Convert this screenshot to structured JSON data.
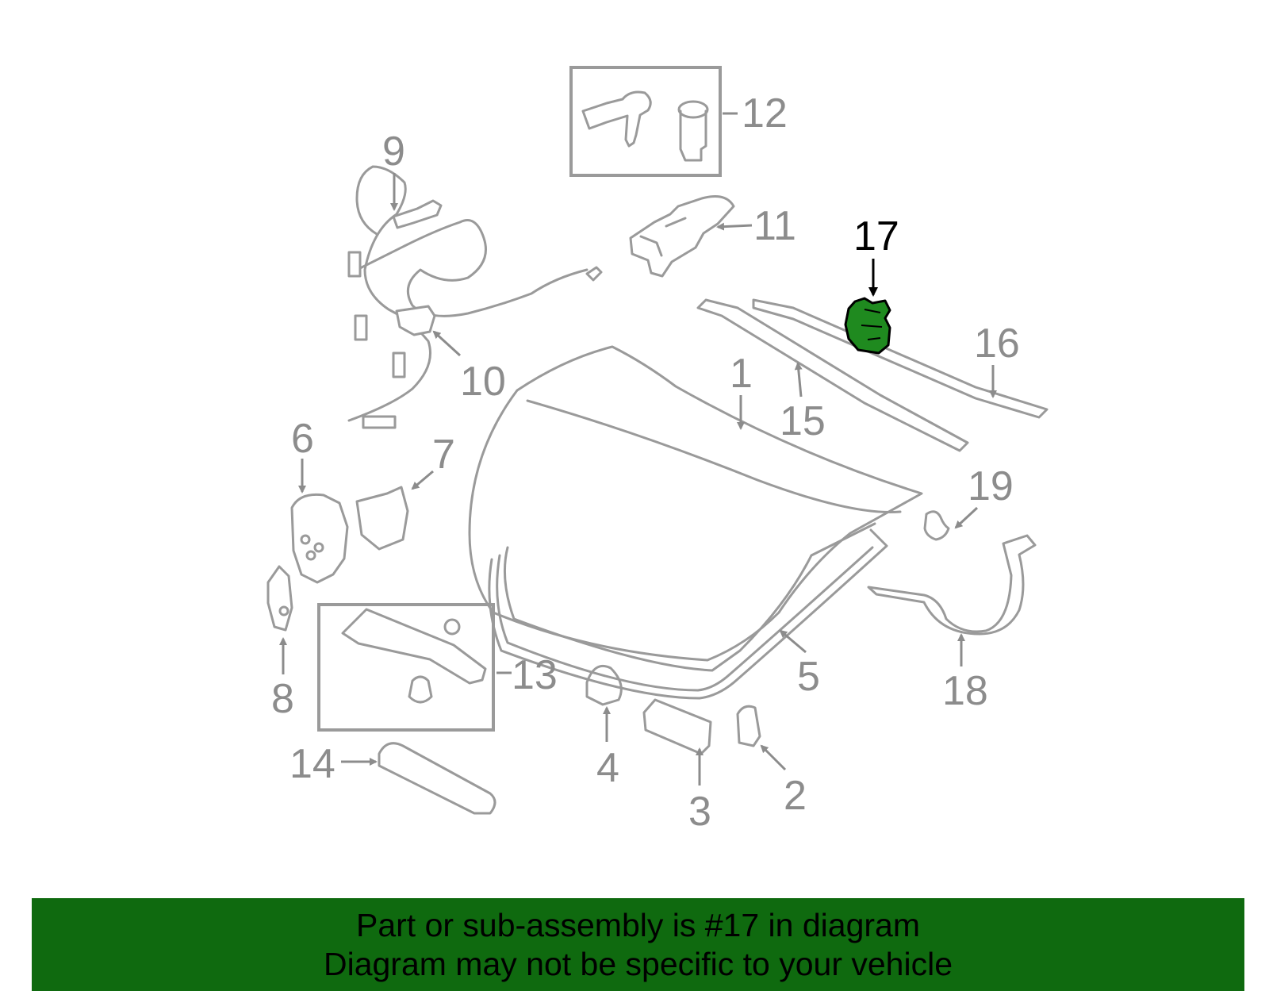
{
  "diagram": {
    "highlight_color": "#1f8a1f",
    "part_color": "#9a9a9a",
    "callouts": [
      "1",
      "2",
      "3",
      "4",
      "5",
      "6",
      "7",
      "8",
      "9",
      "10",
      "11",
      "12",
      "13",
      "14",
      "15",
      "16",
      "17",
      "18",
      "19"
    ],
    "highlighted_callout": "17"
  },
  "banner": {
    "background": "#0f6a0f",
    "line1": "Part or sub-assembly is #17 in diagram",
    "line2": "Diagram may not be specific to your vehicle"
  }
}
